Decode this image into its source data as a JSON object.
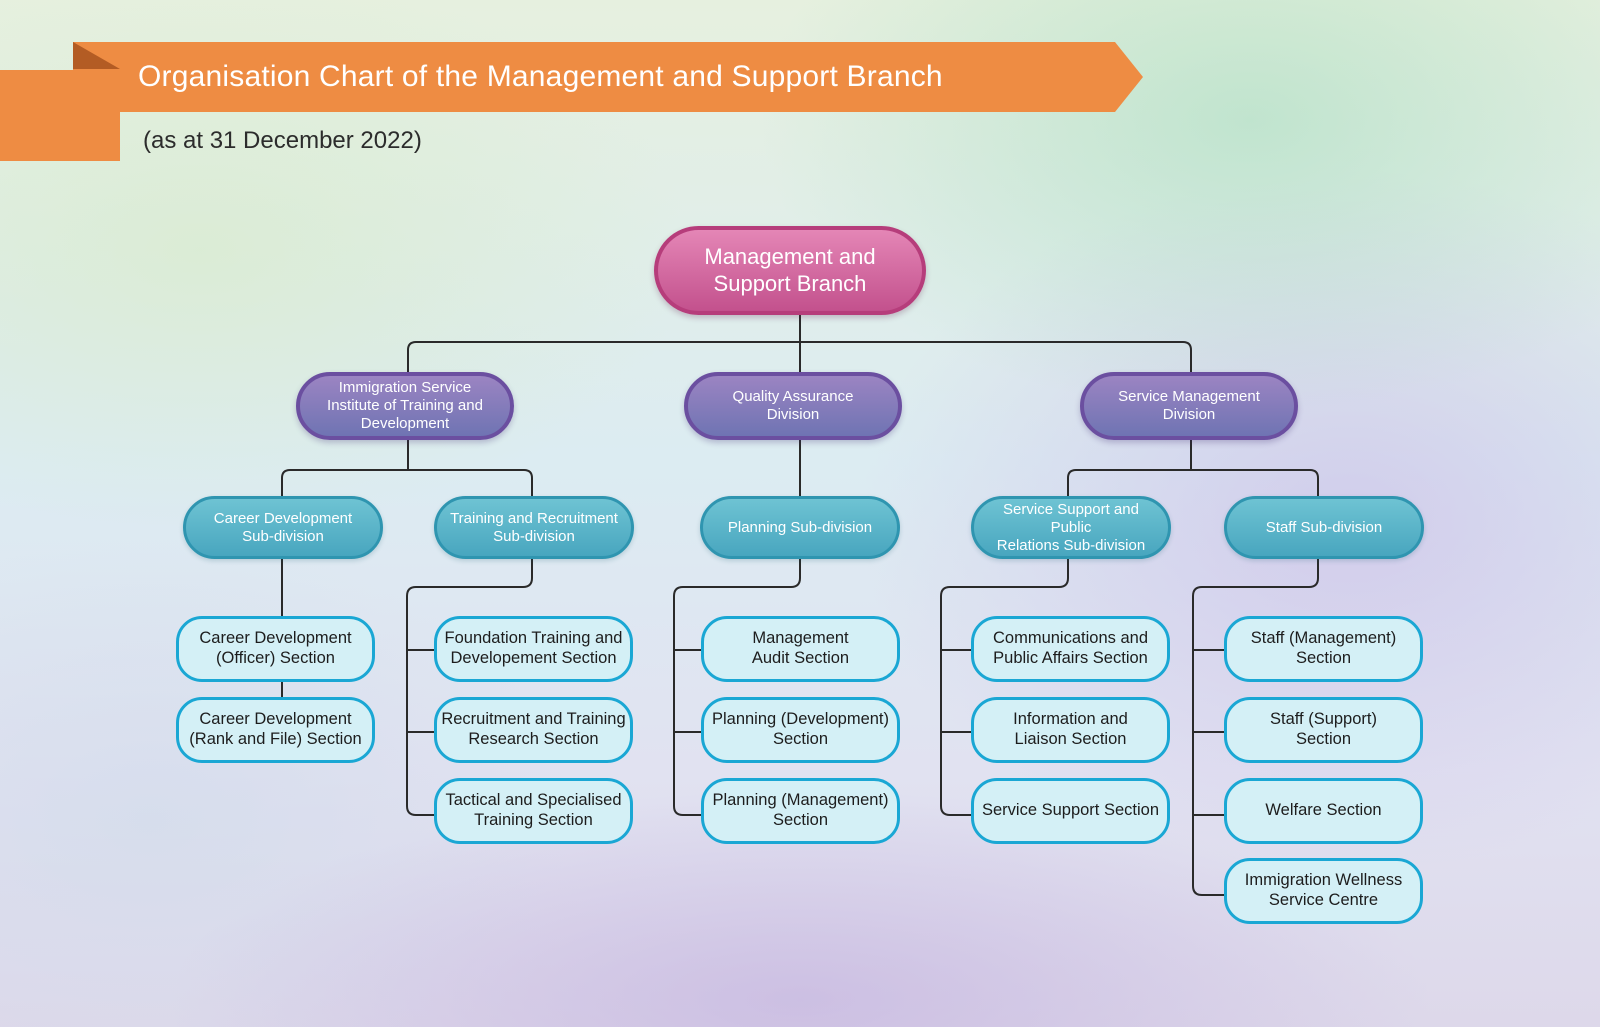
{
  "header": {
    "title": "Organisation Chart of the Management and Support Branch",
    "subtitle": "(as at 31 December 2022)"
  },
  "root": {
    "lines": [
      "Management and",
      "Support Branch"
    ]
  },
  "divisions": [
    {
      "lines": [
        "Immigration Service",
        "Institute of Training and",
        "Development"
      ],
      "subdivisions": [
        {
          "lines": [
            "Career Development",
            "Sub-division"
          ],
          "sections": [
            [
              "Career Development",
              "(Officer) Section"
            ],
            [
              "Career Development",
              "(Rank and File) Section"
            ]
          ]
        },
        {
          "lines": [
            "Training and Recruitment",
            "Sub-division"
          ],
          "sections": [
            [
              "Foundation Training and",
              "Developement Section"
            ],
            [
              "Recruitment and Training",
              "Research Section"
            ],
            [
              "Tactical and Specialised",
              "Training Section"
            ]
          ]
        }
      ]
    },
    {
      "lines": [
        "Quality Assurance",
        "Division"
      ],
      "subdivisions": [
        {
          "lines": [
            "Planning Sub-division"
          ],
          "sections": [
            [
              "Management",
              "Audit Section"
            ],
            [
              "Planning (Development)",
              "Section"
            ],
            [
              "Planning (Management)",
              "Section"
            ]
          ]
        }
      ]
    },
    {
      "lines": [
        "Service Management",
        "Division"
      ],
      "subdivisions": [
        {
          "lines": [
            "Service Support and Public",
            "Relations Sub-division"
          ],
          "sections": [
            [
              "Communications and",
              "Public Affairs Section"
            ],
            [
              "Information and",
              "Liaison Section"
            ],
            [
              "Service Support Section"
            ]
          ]
        },
        {
          "lines": [
            "Staff Sub-division"
          ],
          "sections": [
            [
              "Staff (Management)",
              "Section"
            ],
            [
              "Staff (Support)",
              "Section"
            ],
            [
              "Welfare Section"
            ],
            [
              "Immigration Wellness",
              "Service Centre"
            ]
          ]
        }
      ]
    }
  ],
  "colors": {
    "banner": "#ee8c43",
    "root_fill": "#c3518d",
    "division_fill": "#7d72b5",
    "subdivision_fill": "#52abc3",
    "section_fill": "#d4f0f6",
    "section_border": "#1aa7d4",
    "connector": "#2a2a2a"
  }
}
